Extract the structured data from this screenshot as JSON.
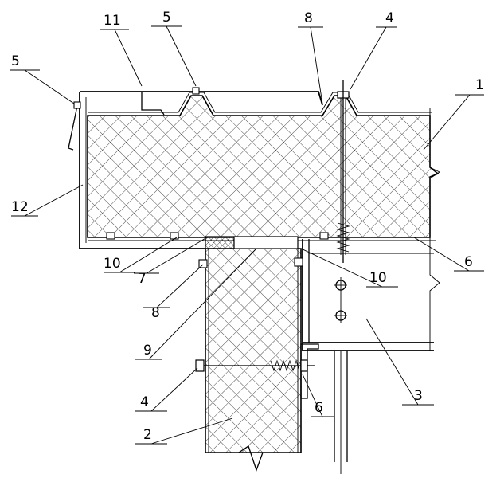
{
  "diagram": {
    "callouts": [
      {
        "id": "c1",
        "label": "1"
      },
      {
        "id": "c2",
        "label": "2"
      },
      {
        "id": "c3",
        "label": "3"
      },
      {
        "id": "c4a",
        "label": "4"
      },
      {
        "id": "c4b",
        "label": "4"
      },
      {
        "id": "c5a",
        "label": "5"
      },
      {
        "id": "c5b",
        "label": "5"
      },
      {
        "id": "c6a",
        "label": "6"
      },
      {
        "id": "c6b",
        "label": "6"
      },
      {
        "id": "c7",
        "label": "7"
      },
      {
        "id": "c8a",
        "label": "8"
      },
      {
        "id": "c8b",
        "label": "8"
      },
      {
        "id": "c9",
        "label": "9"
      },
      {
        "id": "c10a",
        "label": "10"
      },
      {
        "id": "c10b",
        "label": "10"
      },
      {
        "id": "c11",
        "label": "11"
      },
      {
        "id": "c12",
        "label": "12"
      }
    ]
  }
}
